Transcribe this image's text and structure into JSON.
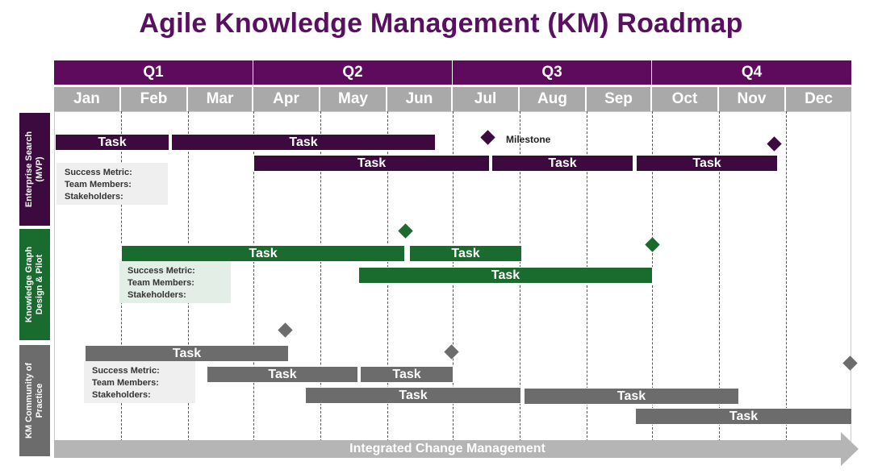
{
  "title": "Agile Knowledge Management (KM) Roadmap",
  "quarters": [
    "Q1",
    "Q2",
    "Q3",
    "Q4"
  ],
  "months": [
    "Jan",
    "Feb",
    "Mar",
    "Apr",
    "May",
    "Jun",
    "Jul",
    "Aug",
    "Sep",
    "Oct",
    "Nov",
    "Dec"
  ],
  "colors": {
    "title": "#5a1060",
    "quarter": "#5e0b5e",
    "month": "#a9a9a9",
    "purple": "#3d0a40",
    "green": "#1a6b2e",
    "gray": "#6c6c6c"
  },
  "workstreams": [
    {
      "label_line1": "Enterprise Search",
      "label_line2": "(MVP)",
      "tasks": [
        "Task",
        "Task",
        "Task",
        "Task",
        "Task"
      ],
      "milestone_label": "Milestone",
      "info": {
        "success": "Success Metric:",
        "team": "Team Members:",
        "stake": "Stakeholders:"
      }
    },
    {
      "label_line1": "Knowledge Graph",
      "label_line2": "Design & Pilot",
      "tasks": [
        "Task",
        "Task",
        "Task"
      ],
      "info": {
        "success": "Success Metric:",
        "team": "Team Members:",
        "stake": "Stakeholders:"
      }
    },
    {
      "label_line1": "KM Community of",
      "label_line2": "Practice",
      "tasks": [
        "Task",
        "Task",
        "Task",
        "Task",
        "Task",
        "Task"
      ],
      "info": {
        "success": "Success Metric:",
        "team": "Team Members:",
        "stake": "Stakeholders:"
      }
    }
  ],
  "footer_arrow": "Integrated Change Management"
}
